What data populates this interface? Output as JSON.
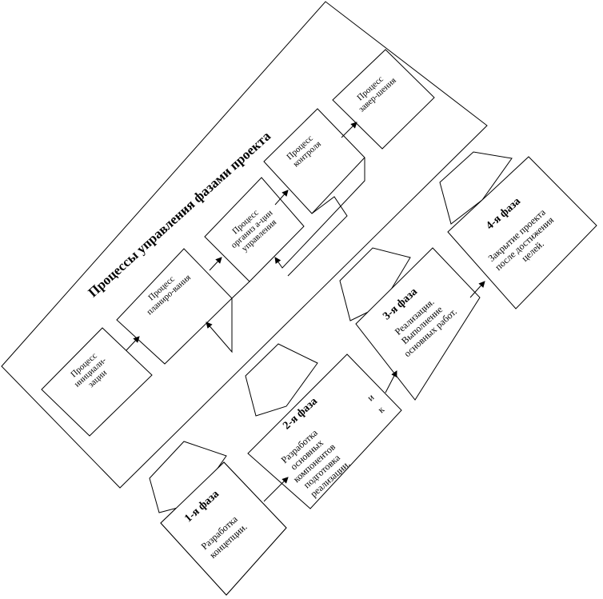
{
  "diagram": {
    "title": "Процессы управления фазами проекта",
    "processes": [
      {
        "id": "initiation",
        "lines": [
          "Процесс",
          "инициали-",
          "зации"
        ]
      },
      {
        "id": "planning",
        "lines": [
          "Процесс",
          "планиро-вания"
        ]
      },
      {
        "id": "organization",
        "lines": [
          "Процесс",
          "организ а-ции",
          "управления"
        ]
      },
      {
        "id": "control",
        "lines": [
          "Процесс",
          "контроля"
        ]
      },
      {
        "id": "completion",
        "lines": [
          "Процесс",
          "завер-шения"
        ]
      }
    ],
    "phases": [
      {
        "id": "phase1",
        "title": "1-я фаза",
        "lines": [
          "Разработка",
          "концепции."
        ]
      },
      {
        "id": "phase2",
        "title": "2-я фаза",
        "lines": [
          "Разработка",
          "основных",
          "компонентов",
          "подготовка",
          "реализации."
        ],
        "extra": [
          "и",
          "к"
        ]
      },
      {
        "id": "phase3",
        "title": "3-я фаза",
        "lines": [
          "Реализация.",
          "Выполнение",
          "основных работ."
        ]
      },
      {
        "id": "phase4",
        "title": "4-я фаза",
        "lines": [
          "Закрытие проекта",
          "после достижения",
          "целей."
        ]
      }
    ]
  }
}
